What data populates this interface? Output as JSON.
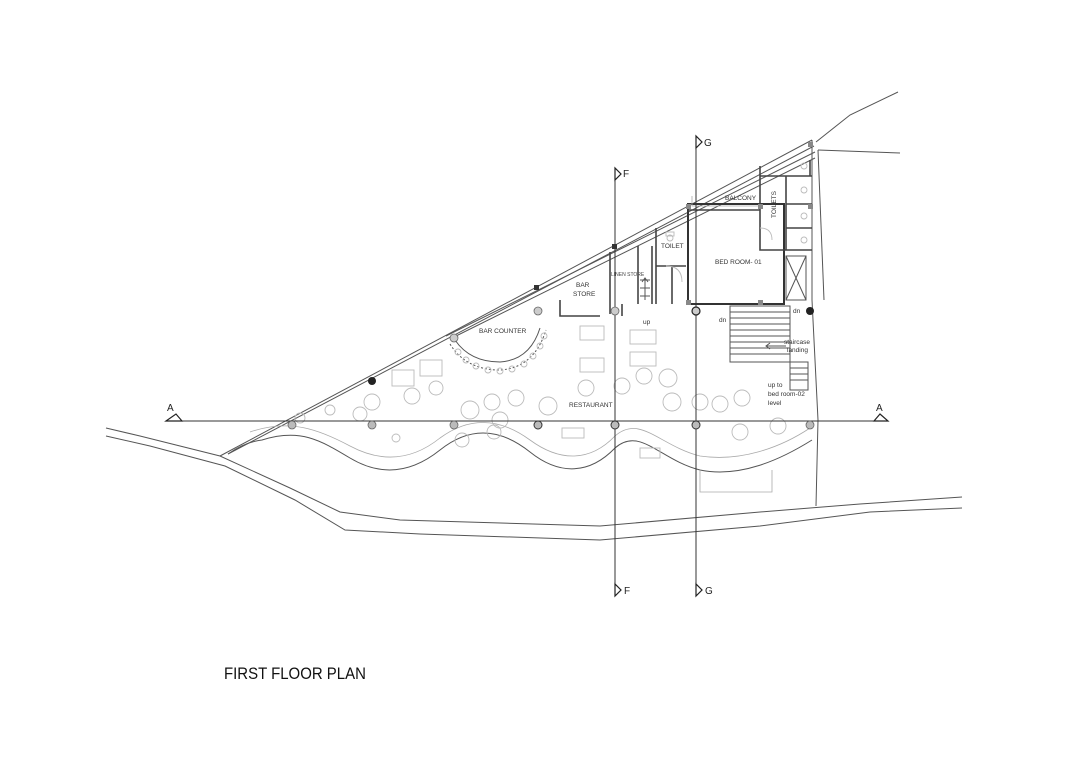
{
  "title": "FIRST FLOOR PLAN",
  "rooms": {
    "balcony": "BALCONY",
    "toilets": "TOILETS",
    "toilet": "TOILET",
    "bedroom": "BED ROOM- 01",
    "linen_store": "LINEN STORE",
    "bar_store_1": "BAR",
    "bar_store_2": "STORE",
    "bar_counter": "BAR COUNTER",
    "restaurant": "RESTAURANT"
  },
  "annotations": {
    "up": "up",
    "dn_left": "dn",
    "dn_right": "dn",
    "landing_1": "staircase",
    "landing_2": "landing",
    "upto_1": "up to",
    "upto_2": "bed room-02",
    "upto_3": "level"
  },
  "section_markers": {
    "a_left": "A",
    "a_right": "A",
    "f_top": "F",
    "f_bottom": "F",
    "g_top": "G",
    "g_bottom": "G"
  }
}
